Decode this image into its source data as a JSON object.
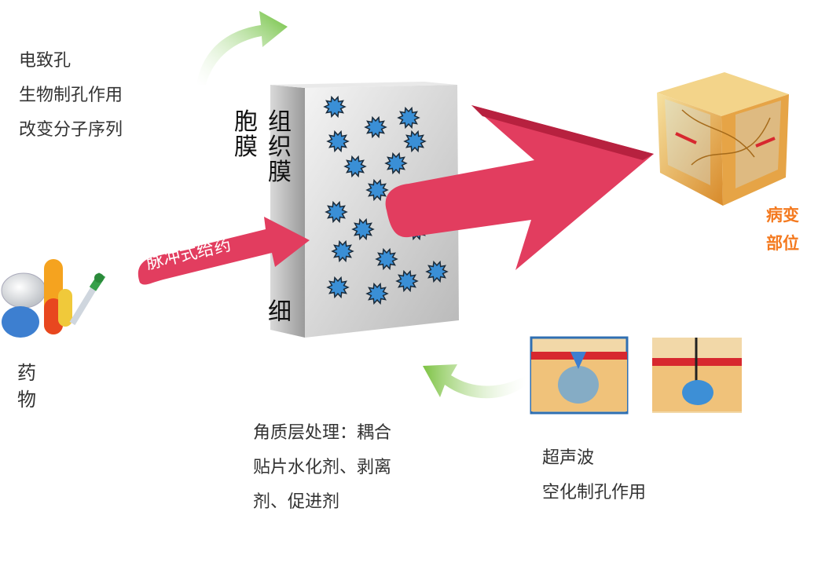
{
  "top_left_methods": [
    "电致孔",
    "生物制孔作用",
    "改变分子序列"
  ],
  "membrane_labels": {
    "cell_membrane": "胞膜",
    "tissue_membrane": "组织膜",
    "cell": "细"
  },
  "pulse_arrow_label": "脉冲式给药",
  "drug_label": "药物",
  "lesion_label": [
    "病变",
    "部位"
  ],
  "bottom_methods": [
    "角质层处理：耦合",
    "贴片水化剂、剥离",
    "剂、促进剂"
  ],
  "ultrasound_methods": [
    "超声波",
    "空化制孔作用"
  ],
  "colors": {
    "main_arrow": "#e23d5f",
    "curved_arrow": "#7cc242",
    "lesion_text": "#f47a20",
    "particle": "#3a8fd6",
    "membrane": "#c8c8c8"
  },
  "icons": [
    "drug-pills-icon",
    "syringe-icon",
    "lesion-tissue-cube-icon",
    "skin-cross-section-icon",
    "ultrasound-probe-icon",
    "spiky-particle-icon"
  ]
}
